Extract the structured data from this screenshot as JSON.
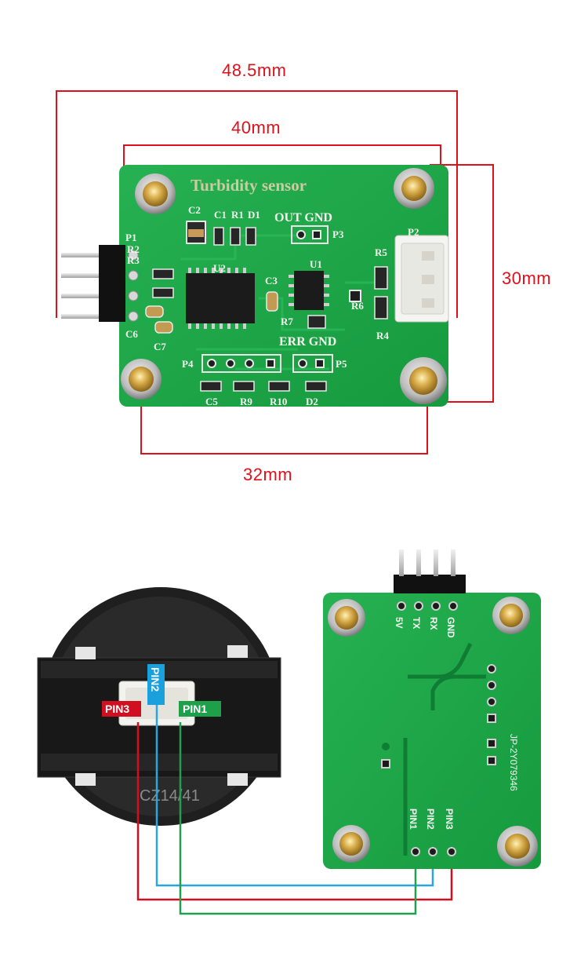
{
  "dimensions": {
    "outer_width": "48.5mm",
    "inner_width": "40mm",
    "height": "30mm",
    "hole_spacing": "32mm"
  },
  "board_top": {
    "title": "Turbidity sensor",
    "labels": {
      "c2": "C2",
      "c1": "C1",
      "r1": "R1",
      "d1": "D1",
      "out_gnd": "OUT GND",
      "p3": "P3",
      "p1": "P1",
      "p2": "P2",
      "r2": "R2",
      "r3": "R3",
      "u2": "U2",
      "c3": "C3",
      "u1": "U1",
      "r5": "R5",
      "r4": "R4",
      "r6": "R6",
      "r7": "R7",
      "c6": "C6",
      "c7": "C7",
      "err_gnd": "ERR GND",
      "p4": "P4",
      "p5": "P5",
      "c5": "C5",
      "r9": "R9",
      "r10": "R10",
      "d2": "D2"
    }
  },
  "board_bottom": {
    "header_labels": [
      "5V",
      "TX",
      "RX",
      "GND"
    ],
    "pin_labels": [
      "PIN1",
      "PIN2",
      "PIN3"
    ],
    "part_number": "JP-2Y079346"
  },
  "sensor": {
    "marking": "CZ14/41",
    "pins": [
      {
        "label": "PIN3",
        "color": "#d01020"
      },
      {
        "label": "PIN2",
        "color": "#1aa0dc"
      },
      {
        "label": "PIN1",
        "color": "#1ea04a"
      }
    ]
  },
  "colors": {
    "dimension_red": "#e0101a",
    "pcb_green": "#1fa84a",
    "wire_red": "#d01020",
    "wire_blue": "#2aa6de",
    "wire_green": "#20a050"
  }
}
